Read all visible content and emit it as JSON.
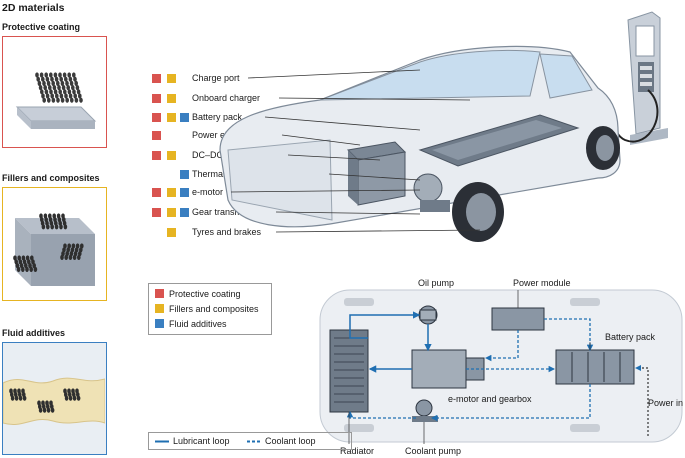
{
  "heading": "2D materials",
  "panels": [
    {
      "label": "Protective coating",
      "border": "#d9534f"
    },
    {
      "label": "Fillers and composites",
      "border": "#e6b422"
    },
    {
      "label": "Fluid additives",
      "border": "#3a7fc1"
    }
  ],
  "colors": {
    "protective": "#d9534f",
    "fillers": "#e6b422",
    "fluid": "#3a7fc1",
    "loop": "#1f6fb2",
    "car_body": "#e8ecf1",
    "component": "#8a97a6"
  },
  "components": [
    {
      "label": "Charge port",
      "tags": [
        "protective",
        "fillers"
      ]
    },
    {
      "label": "Onboard charger",
      "tags": [
        "protective",
        "fillers"
      ]
    },
    {
      "label": "Battery pack",
      "tags": [
        "protective",
        "fillers",
        "fluid"
      ]
    },
    {
      "label": "Power electronics",
      "tags": [
        "protective"
      ]
    },
    {
      "label": "DC–DC converter",
      "tags": [
        "protective",
        "fillers"
      ]
    },
    {
      "label": "Thermal system (cooling)",
      "tags": [
        "fluid"
      ]
    },
    {
      "label": "e-motor",
      "tags": [
        "protective",
        "fillers",
        "fluid"
      ]
    },
    {
      "label": "Gear transmission",
      "tags": [
        "protective",
        "fillers",
        "fluid"
      ]
    },
    {
      "label": "Tyres and brakes",
      "tags": [
        "fillers"
      ]
    }
  ],
  "legend": [
    {
      "label": "Protective coating",
      "key": "protective"
    },
    {
      "label": "Fillers and composites",
      "key": "fillers"
    },
    {
      "label": "Fluid additives",
      "key": "fluid"
    }
  ],
  "diagram": {
    "oil_pump": "Oil pump",
    "power_module": "Power module",
    "battery_pack": "Battery pack",
    "emotor_gearbox": "e-motor and gearbox",
    "power_in": "Power in",
    "radiator": "Radiator",
    "coolant_pump": "Coolant pump"
  },
  "loops": {
    "lubricant": "Lubricant loop",
    "coolant": "Coolant loop"
  }
}
